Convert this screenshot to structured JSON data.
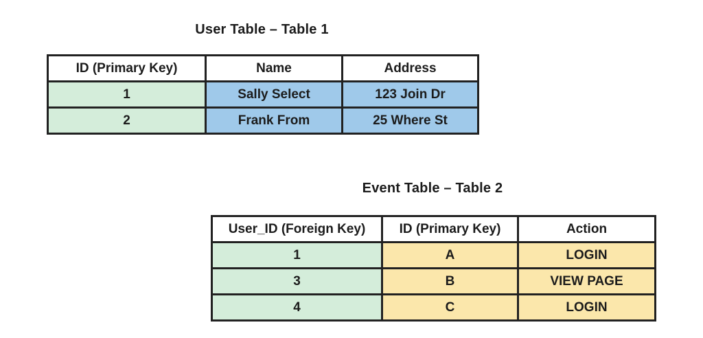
{
  "colors": {
    "border": "#212121",
    "text": "#1b1b1b",
    "header_bg": "#ffffff",
    "key_green": "#d4edda",
    "user_blue": "#9fc9ea",
    "event_yellow": "#fbe7ab"
  },
  "user_table": {
    "title": "User Table – Table 1",
    "columns": [
      "ID (Primary Key)",
      "Name",
      "Address"
    ],
    "rows": [
      [
        "1",
        "Sally Select",
        "123 Join Dr"
      ],
      [
        "2",
        "Frank From",
        "25 Where St"
      ]
    ]
  },
  "event_table": {
    "title": "Event Table – Table 2",
    "columns": [
      "User_ID (Foreign Key)",
      "ID (Primary Key)",
      "Action"
    ],
    "rows": [
      [
        "1",
        "A",
        "LOGIN"
      ],
      [
        "3",
        "B",
        "VIEW PAGE"
      ],
      [
        "4",
        "C",
        "LOGIN"
      ]
    ]
  }
}
